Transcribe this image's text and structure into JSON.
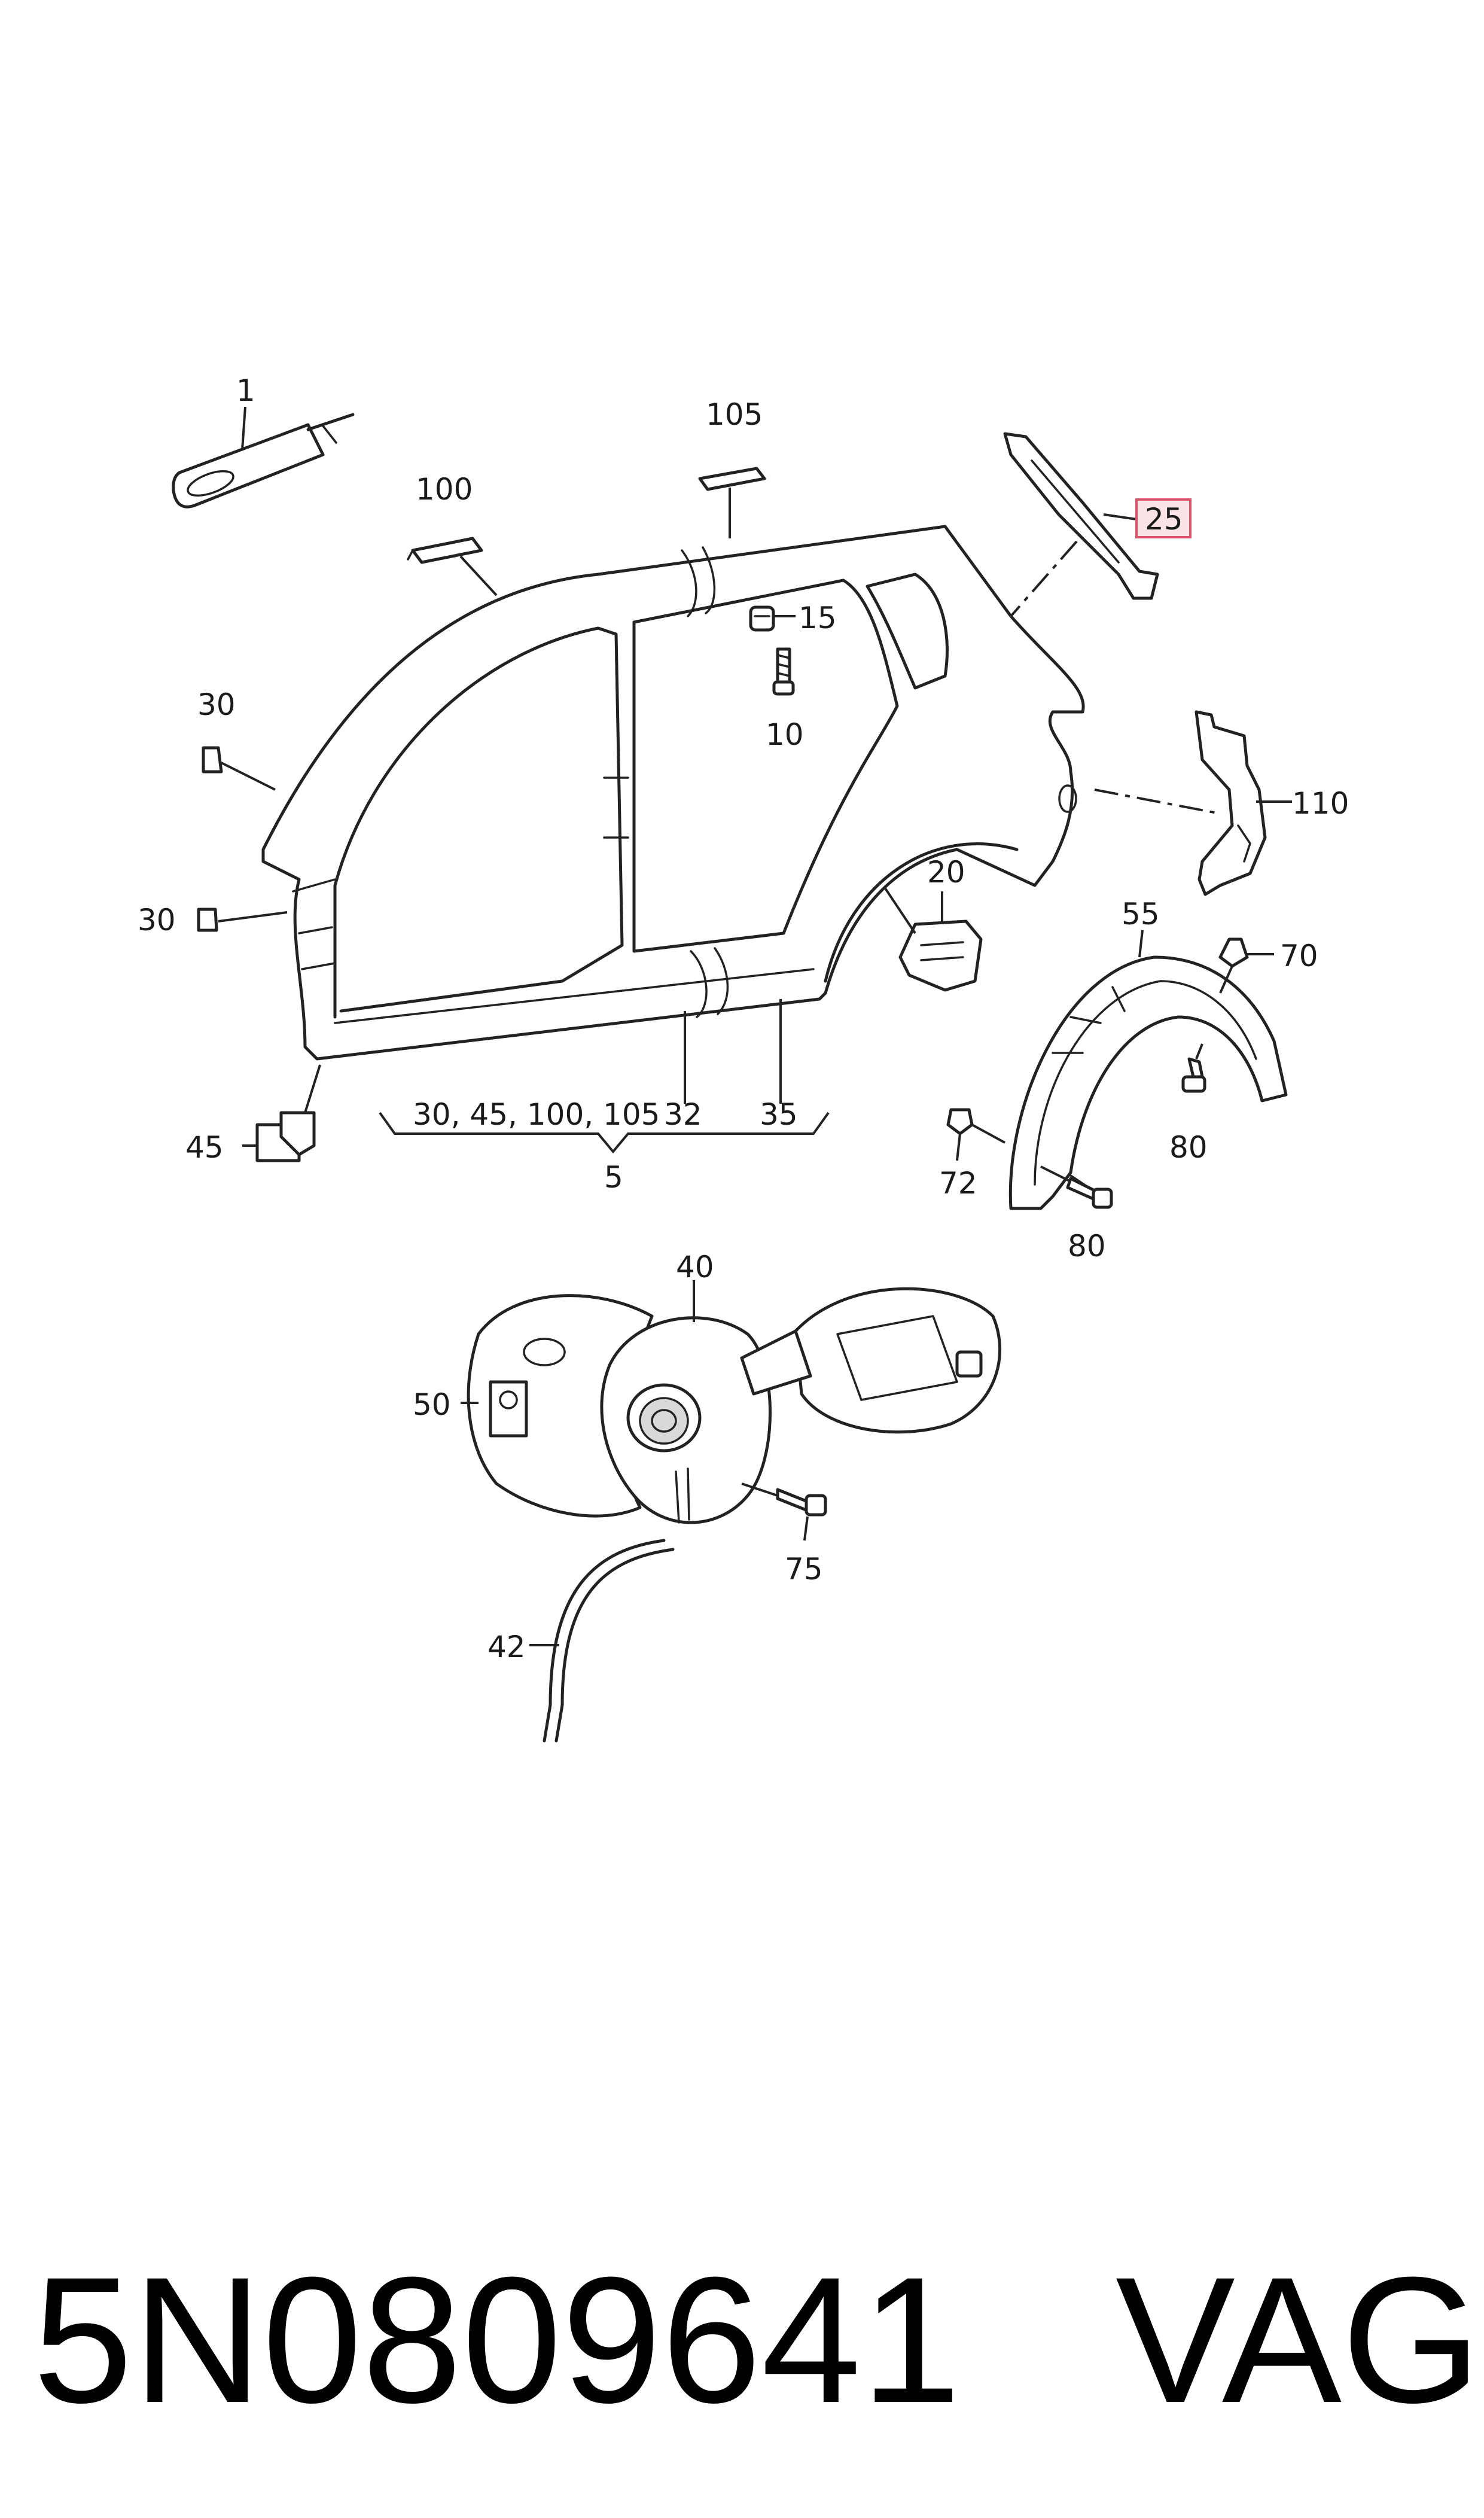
{
  "callouts": {
    "c1": "1",
    "c100": "100",
    "c105": "105",
    "c25": "25",
    "c15": "15",
    "c10": "10",
    "c30a": "30",
    "c30b": "30",
    "c110": "110",
    "c20": "20",
    "c55": "55",
    "c70": "70",
    "c72": "72",
    "c80a": "80",
    "c80b": "80",
    "c45": "45",
    "c32": "32",
    "c35": "35",
    "group_list": "30, 45, 100, 105",
    "c5": "5",
    "c40": "40",
    "c50": "50",
    "c75": "75",
    "c42": "42"
  },
  "highlight": {
    "callout": "25",
    "color": "#d9546a",
    "fill": "#fbe3e6"
  },
  "footer": {
    "part_number": "5N0809641",
    "brand": "VAG"
  }
}
